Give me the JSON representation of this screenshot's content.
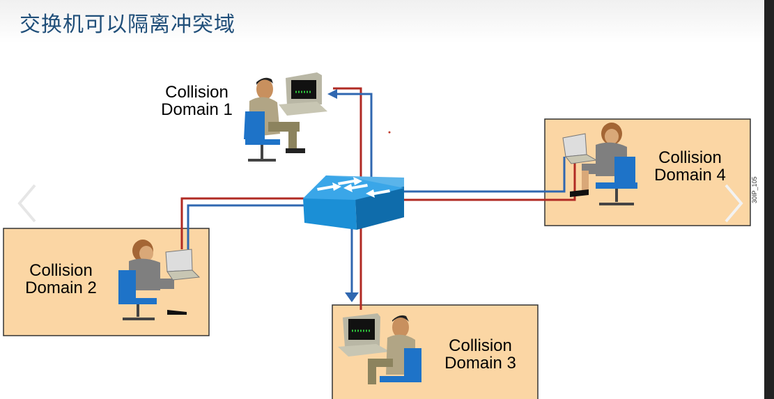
{
  "title": "交换机可以隔离冲突域",
  "domains": [
    {
      "line1": "Collision",
      "line2": "Domain 1"
    },
    {
      "line1": "Collision",
      "line2": "Domain 2"
    },
    {
      "line1": "Collision",
      "line2": "Domain 3"
    },
    {
      "line1": "Collision",
      "line2": "Domain 4"
    }
  ],
  "figure_code": "30IP_105",
  "colors": {
    "box_fill": "#fbd6a4",
    "red_link": "#b02a23",
    "blue_link": "#2f67b0",
    "switch": "#1b8fd6",
    "title": "#1f4e79"
  },
  "icons": [
    "switch-icon",
    "computer-icon",
    "laptop-icon",
    "person-icon",
    "chevron-left-icon",
    "chevron-right-icon"
  ]
}
